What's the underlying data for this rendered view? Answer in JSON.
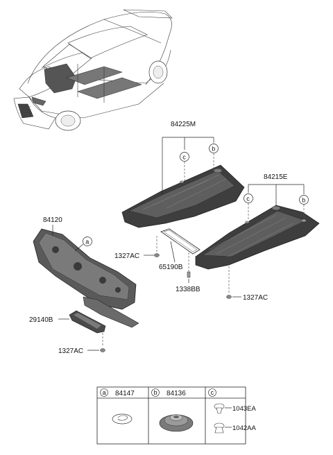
{
  "parts": {
    "upper_cover": "84225M",
    "lower_cover": "84215E",
    "dash_panel_pad": "84120",
    "bracket": "65190B",
    "small_pad": "29140B",
    "fastener_left": "1327AC",
    "fastener_bottom": "1327AC",
    "fastener_right": "1327AC",
    "plug": "1338BB"
  },
  "callouts": {
    "a": "a",
    "b": "b",
    "c": "c"
  },
  "table": {
    "col_a_letter": "a",
    "col_a_part": "84147",
    "col_b_letter": "b",
    "col_b_part": "84136",
    "col_c_letter": "c",
    "col_c_part_top": "1043EA",
    "col_c_part_bottom": "1042AA"
  }
}
